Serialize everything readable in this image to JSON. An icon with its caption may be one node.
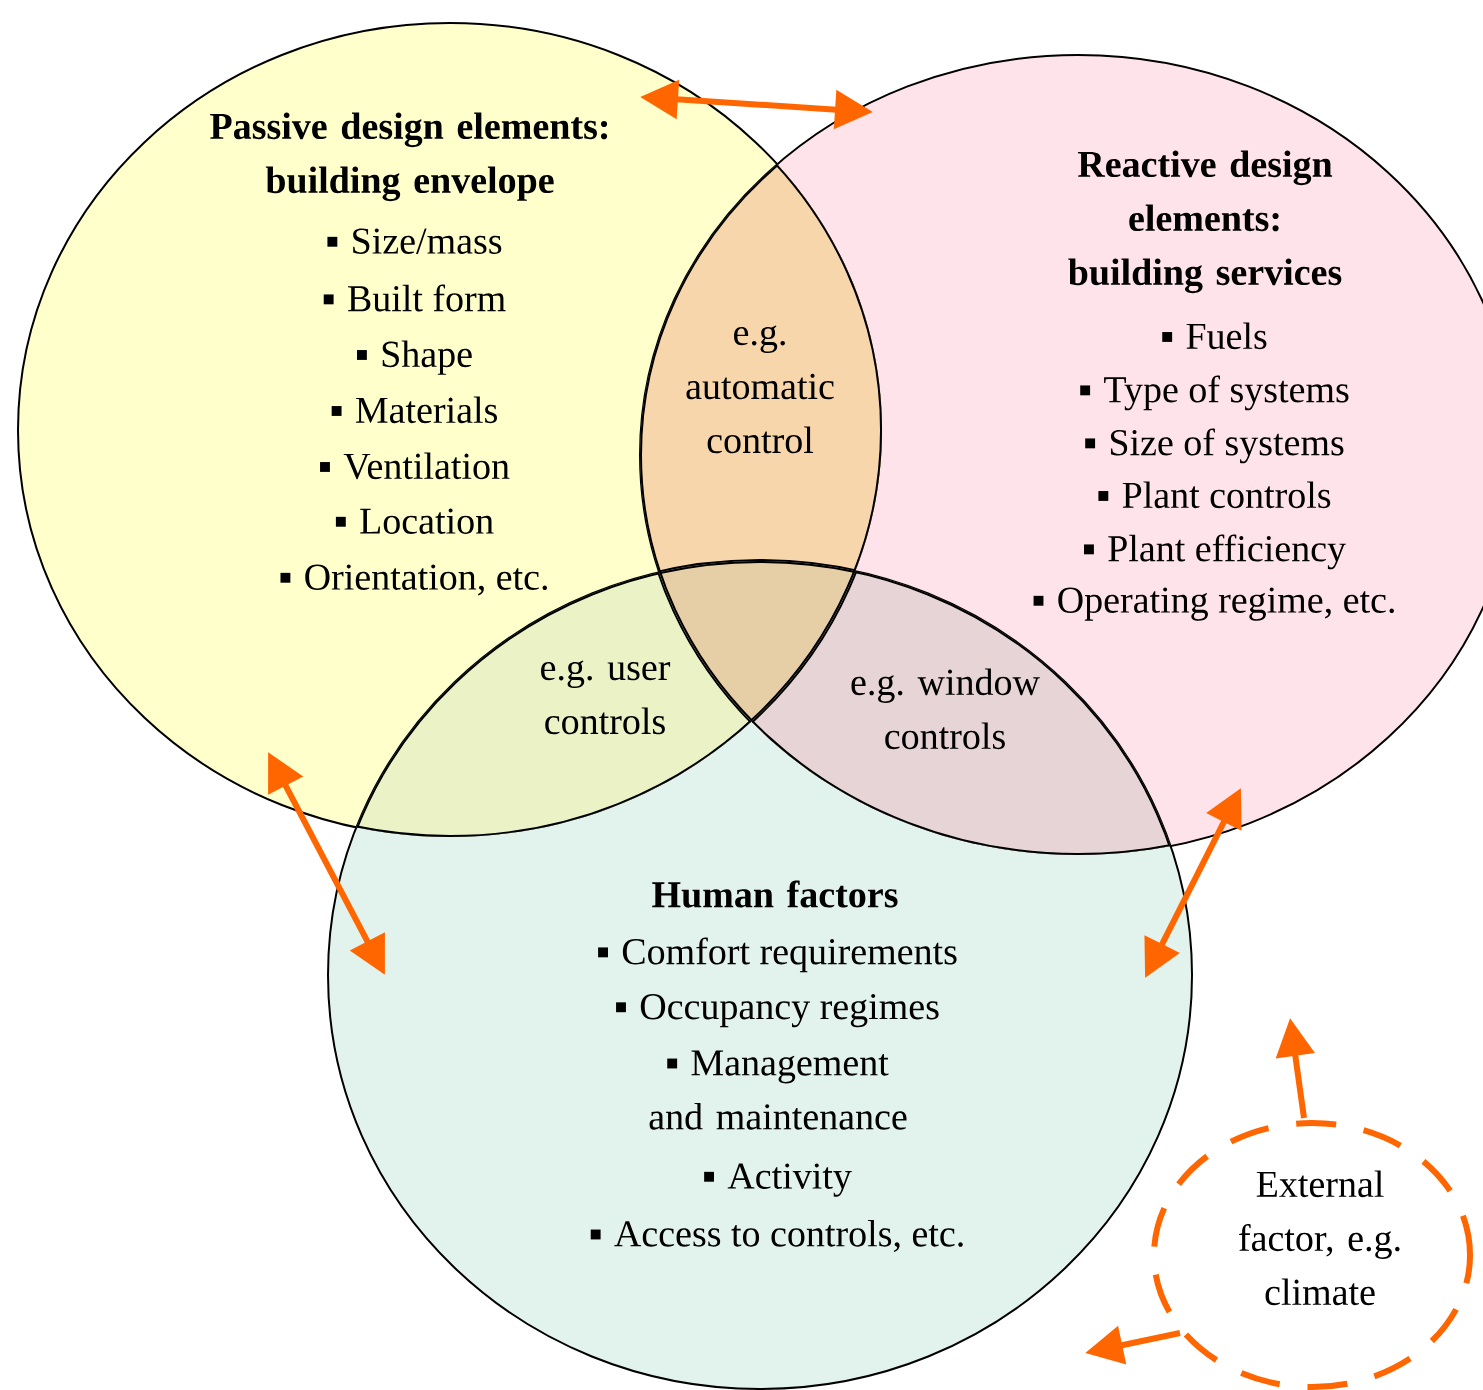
{
  "diagram": {
    "nodes": [
      {
        "text": [
          "Passive design elements: building envelope",
          "Size/mass",
          "Built form",
          "Shape",
          "Materials",
          "Ventilation",
          "Location",
          "Orientation, etc."
        ]
      },
      {
        "text": [
          "Reactive design elements: building services",
          "Fuels",
          "Type of systems",
          "Size of systems",
          "Plant controls",
          "Plant efficiency",
          "Operating regime, etc."
        ]
      },
      {
        "text": [
          "Human factors",
          "Comfort requirements",
          "Occupancy regimes",
          "Management and maintenance",
          "Activity",
          "Access to controls, etc."
        ]
      },
      {
        "text": [
          "External factor, e.g. climate"
        ]
      }
    ],
    "edges": [
      {
        "from": 0,
        "to": 1,
        "arrow": "both"
      },
      {
        "from": 0,
        "to": 2,
        "arrow": "both"
      },
      {
        "from": 1,
        "to": 2,
        "arrow": "both"
      },
      {
        "from": 3,
        "to": null,
        "arrow": "to"
      },
      {
        "from": 3,
        "to": null,
        "arrow": "to"
      }
    ],
    "labels": [
      "e.g. automatic control",
      "e.g. user controls",
      "e.g. window controls"
    ]
  }
}
